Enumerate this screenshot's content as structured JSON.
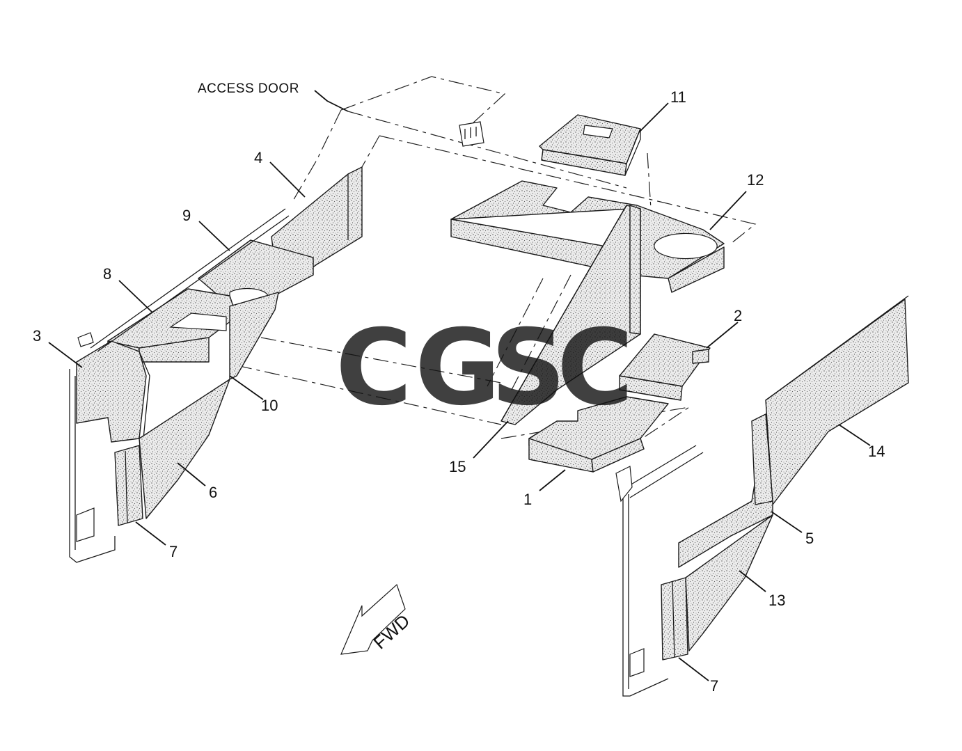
{
  "diagram": {
    "access_door_label": "ACCESS DOOR",
    "fwd_label": "FWD",
    "callouts": {
      "c1": "1",
      "c2": "2",
      "c3": "3",
      "c4": "4",
      "c5": "5",
      "c6": "6",
      "c7a": "7",
      "c7b": "7",
      "c8": "8",
      "c9": "9",
      "c10": "10",
      "c11": "11",
      "c12": "12",
      "c13": "13",
      "c14": "14",
      "c15": "15"
    }
  },
  "watermark": {
    "letters": [
      "C",
      "G",
      "S",
      "C"
    ],
    "colors": [
      "#6aa6f7",
      "#f48a7c",
      "#f9d65c",
      "#4fae7e"
    ]
  }
}
